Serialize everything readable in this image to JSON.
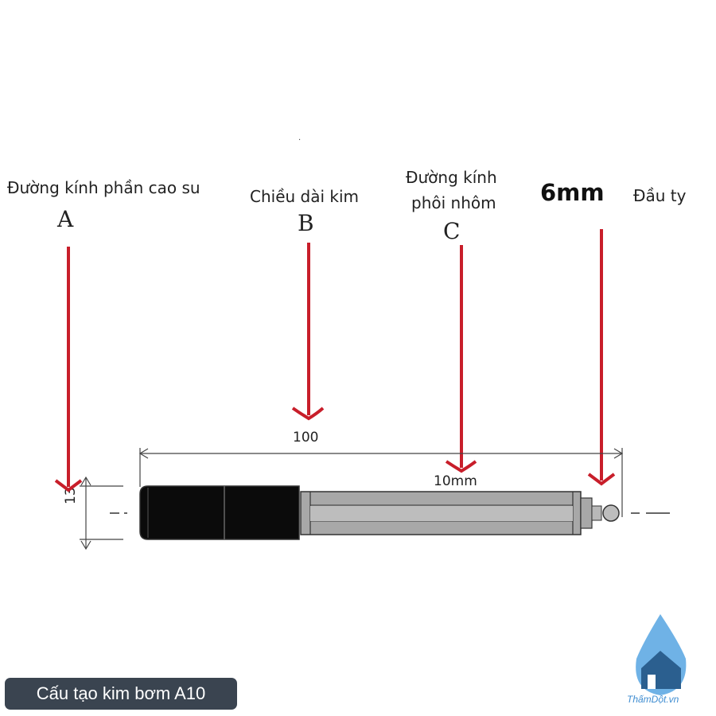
{
  "labels": {
    "a_desc": "Đường kính phần cao su",
    "a_letter": "A",
    "b_desc": "Chiều dài kim",
    "b_letter": "B",
    "c_desc_line1": "Đường kính",
    "c_desc_line2": "phôi nhôm",
    "c_letter": "C",
    "tip_size": "6mm",
    "tip_desc": "Đầu ty"
  },
  "dimensions": {
    "length": "100",
    "body_diameter": "10mm",
    "rubber_diameter": "13"
  },
  "caption": "Cấu tạo kim bơm A10",
  "brand": "ThấmDột.vn",
  "stray_mark": ".",
  "colors": {
    "arrow": "#c81e2a",
    "rubber": "#0b0b0b",
    "body": "#a8a8a8",
    "caption_bg": "#3a4450",
    "logo": "#3f8dd1"
  }
}
